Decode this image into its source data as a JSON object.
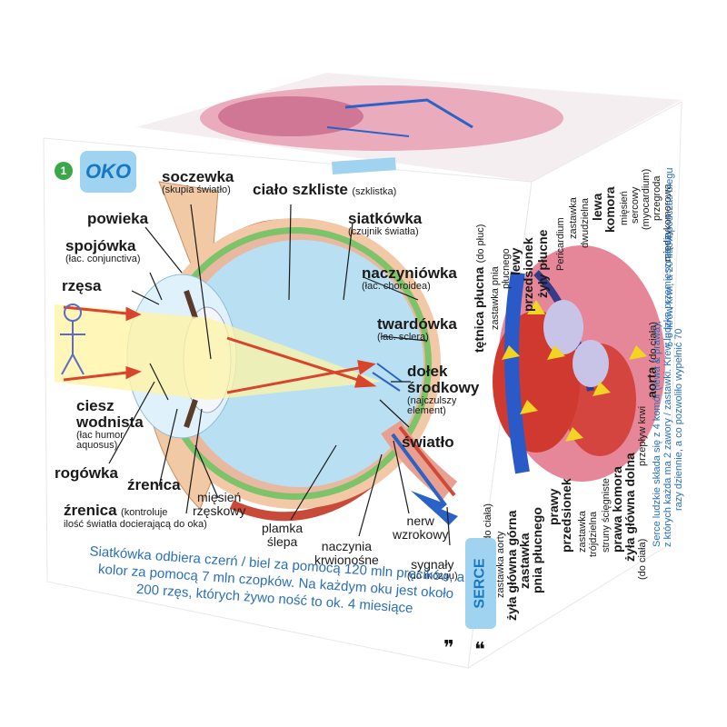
{
  "front_face": {
    "number": "1",
    "title": "OKO",
    "labels": {
      "soczewka": "soczewka",
      "soczewka_sub": "(skupia światło)",
      "cialo": "ciało szkliste",
      "cialo_sub": "(szklistka)",
      "powieka": "powieka",
      "siatkowka": "siatkówka",
      "siatkowka_sub": "(czujnik światła)",
      "spojowka": "spojówka",
      "spojowka_sub": "(łac. conjunctiva)",
      "naczyniowka": "naczyniówka",
      "naczyniowka_sub": "(łac. choroidea)",
      "rzesa": "rzęsa",
      "twardowka": "twardówka",
      "twardowka_sub": "(łac. sclera)",
      "dolek1": "dołek",
      "dolek2": "środkowy",
      "dolek_sub": "(najczulszy element)",
      "ciesz1": "ciesz",
      "ciesz2": "wodnista",
      "ciesz_sub": "(łac humor aquosus)",
      "swiatlo": "światło",
      "rogowka": "rogówka",
      "zrenica": "źrenica",
      "miesien1": "mięsień",
      "miesien2": "rzęskowy",
      "zrenica2": "źrenica",
      "zrenica2_sub": "(kontroluje",
      "zrenica2_sub2": "ilość światła docierającą do oka)",
      "plamka1": "plamka",
      "plamka2": "ślepa",
      "naczynia1": "naczynia",
      "naczynia2": "krwionośne",
      "nerw1": "nerw",
      "nerw2": "wzrokowy",
      "sygnaly": "sygnały",
      "sygnaly_sub": "(do mózgu)"
    },
    "caption_lines": [
      "Siatkówka odbiera czerń / biel za pomocą 120 mln pręcików, a",
      "kolor za pomocą 7 mln czopków. Na każdym oku jest około",
      "200 rzęs, których żywo ność to ok. 4 miesiące"
    ]
  },
  "right_face": {
    "title": "SERCE",
    "labels": {
      "tetnica": "tętnica płucna",
      "tetnica_sub": "(do płuc)",
      "zastawka_pnia": "zastawka pnia",
      "plucnego": "płucnego",
      "lewy": "lewy",
      "przedsionek_l": "przedsionek",
      "zyly_plucne": "żyły płucne",
      "pericardium": "Pericardium",
      "zastawka_dw": "zastawka",
      "dwudzielna": "dwudzielna",
      "lewa": "lewa",
      "komora_l": "komora",
      "miesien": "mięsień",
      "sercowy": "sercowy",
      "myocardium": "(myocardium)",
      "przegroda": "przegroda",
      "miedzykomorowa": "międzykomorowa",
      "aorta": "aorta",
      "do_ciala": "(do ciała)",
      "przeplyw": "przepływ krwi",
      "aorta2": "aorta",
      "do_ciala2": "(do ciała)",
      "zastawka_aorty": "zastawka aorty",
      "zyla_gorna": "żyła główna górna",
      "zastawka_pnia2": "zastawka",
      "pnia_plucnego": "pnia płucnego",
      "prawy": "prawy",
      "przedsionek_p": "przedsionek",
      "zastawka_tr": "zastawka",
      "trojdzielna": "trójdzielna",
      "struny": "struny ścięgniste",
      "prawa_komora": "prawa komora",
      "zyla_dolna": "żyła główna dolna",
      "do_ciala3": "(do ciała)"
    },
    "body_lines": [
      "Serce ludzkie składa się z 4 komór (lewa & prawa),",
      "z których każda ma 2 zawory / zastawki. Krew ludzka przemieszcza się",
      "razy dziennie, a co pozwoliło wypełnić 70",
      "5-6 litrów krwi, a 20 litrów podczas biegu"
    ]
  }
}
